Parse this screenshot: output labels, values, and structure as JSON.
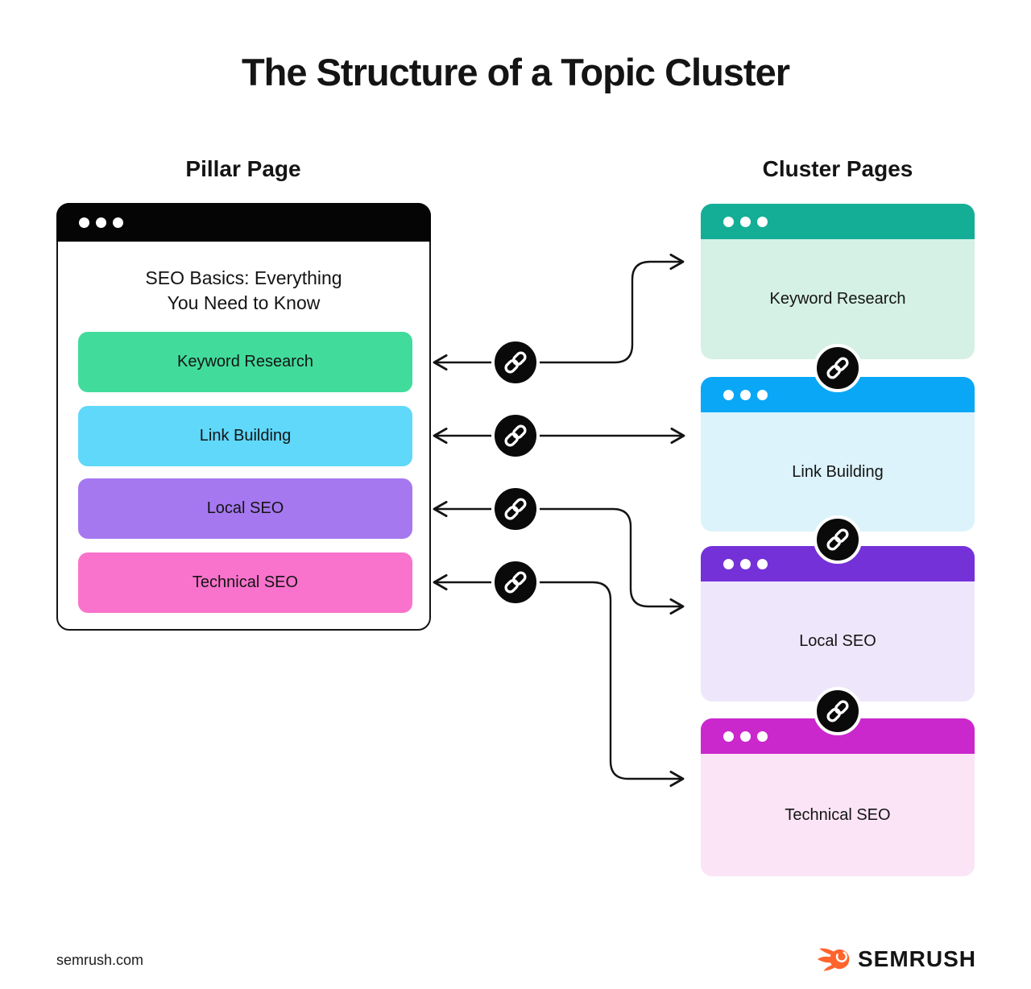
{
  "title": "The Structure of a Topic Cluster",
  "pillar": {
    "label": "Pillar Page",
    "window_title": "SEO Basics: Everything\nYou Need to Know",
    "buttons": [
      {
        "label": "Keyword Research",
        "color": "#41DC9C"
      },
      {
        "label": "Link Building",
        "color": "#5FD8FA"
      },
      {
        "label": "Local SEO",
        "color": "#A678F0"
      },
      {
        "label": "Technical SEO",
        "color": "#F973CC"
      }
    ]
  },
  "clusters": {
    "label": "Cluster Pages",
    "cards": [
      {
        "label": "Keyword Research",
        "header_color": "#14AE96",
        "body_color": "#D5F0E5"
      },
      {
        "label": "Link Building",
        "header_color": "#0AA7F7",
        "body_color": "#DCF3FB"
      },
      {
        "label": "Local SEO",
        "header_color": "#7531D8",
        "body_color": "#EEE6FA"
      },
      {
        "label": "Technical SEO",
        "header_color": "#CA28CD",
        "body_color": "#FAE4F5"
      }
    ]
  },
  "connector": {
    "icon": "chain-link-icon",
    "line_color": "#141414",
    "badge_color": "#0a0a0a"
  },
  "footer": {
    "site": "semrush.com",
    "brand": "SEMRUSH",
    "brand_color": "#FF642D"
  }
}
